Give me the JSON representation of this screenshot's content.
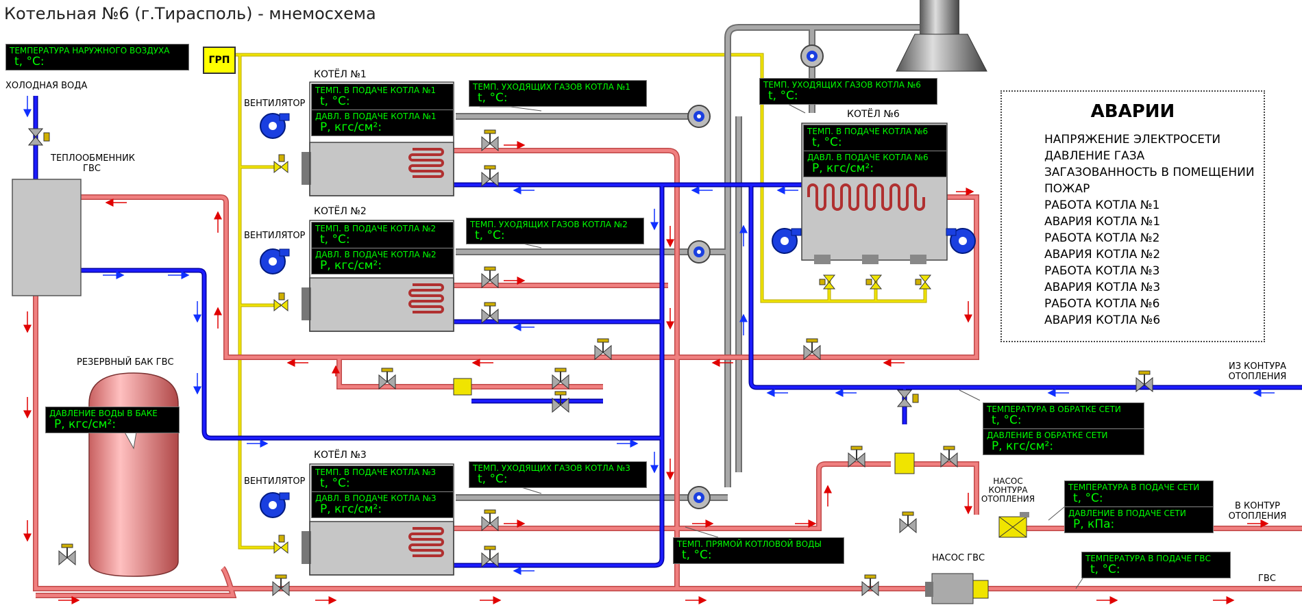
{
  "title": "Котельная №6  (г.Тирасполь) - мнемосхема",
  "labels": {
    "cold_water": "ХОЛОДНАЯ ВОДА",
    "hx": "ТЕПЛООБМЕННИК\nГВС",
    "tank": "РЕЗЕРВНЫЙ БАК ГВС",
    "grp": "ГРП",
    "boiler1": "КОТЁЛ №1",
    "boiler2": "КОТЁЛ №2",
    "boiler3": "КОТЁЛ №3",
    "boiler6": "КОТЁЛ №6",
    "fan": "ВЕНТИЛЯТОР",
    "from_heating": "ИЗ КОНТУРА\nОТОПЛЕНИЯ",
    "to_heating": "В КОНТУР\nОТОПЛЕНИЯ",
    "pump_heating": "НАСОС\nКОНТУРА\nОТОПЛЕНИЯ",
    "pump_hw": "НАСОС ГВС",
    "gvs": "ГВС"
  },
  "sensors": {
    "outdoor": {
      "caption": "ТЕМПЕРАТУРА НАРУЖНОГО ВОЗДУХА",
      "value": "t, °C:"
    },
    "b1_temp": {
      "caption": "ТЕМП. В ПОДАЧЕ КОТЛА №1",
      "value": "t, °C:"
    },
    "b1_press": {
      "caption": "ДАВЛ. В ПОДАЧЕ КОТЛА №1",
      "value": "P, кгс/см²:"
    },
    "b1_flue": {
      "caption": "ТЕМП. УХОДЯЩИХ ГАЗОВ КОТЛА №1",
      "value": "t, °C:"
    },
    "b2_temp": {
      "caption": "ТЕМП. В ПОДАЧЕ КОТЛА №2",
      "value": "t, °C:"
    },
    "b2_press": {
      "caption": "ДАВЛ. В ПОДАЧЕ КОТЛА №2",
      "value": "P, кгс/см²:"
    },
    "b2_flue": {
      "caption": "ТЕМП. УХОДЯЩИХ ГАЗОВ КОТЛА №2",
      "value": "t, °C:"
    },
    "b3_temp": {
      "caption": "ТЕМП. В ПОДАЧЕ КОТЛА №3",
      "value": "t, °C:"
    },
    "b3_press": {
      "caption": "ДАВЛ. В ПОДАЧЕ КОТЛА №3",
      "value": "P, кгс/см²:"
    },
    "b3_flue": {
      "caption": "ТЕМП. УХОДЯЩИХ ГАЗОВ КОТЛА №3",
      "value": "t, °C:"
    },
    "b6_temp": {
      "caption": "ТЕМП. В ПОДАЧЕ КОТЛА №6",
      "value": "t, °C:"
    },
    "b6_press": {
      "caption": "ДАВЛ. В ПОДАЧЕ КОТЛА №6",
      "value": "P, кгс/см²:"
    },
    "b6_flue": {
      "caption": "ТЕМП. УХОДЯЩИХ ГАЗОВ КОТЛА №6",
      "value": "t, °C:"
    },
    "tank_press": {
      "caption": "ДАВЛЕНИЕ ВОДЫ В БАКЕ",
      "value": "P, кгс/см²:"
    },
    "ret_temp": {
      "caption": "ТЕМПЕРАТУРА В ОБРАТКЕ СЕТИ",
      "value": "t, °C:"
    },
    "ret_press": {
      "caption": "ДАВЛЕНИЕ В ОБРАТКЕ СЕТИ",
      "value": "P, кгс/см²:"
    },
    "sup_temp": {
      "caption": "ТЕМПЕРАТУРА В ПОДАЧЕ СЕТИ",
      "value": "t, °C:"
    },
    "sup_press": {
      "caption": "ДАВЛЕНИЕ В ПОДАЧЕ СЕТИ",
      "value": "P, кПа:"
    },
    "direct_temp": {
      "caption": "ТЕМП. ПРЯМОЙ КОТЛОВОЙ ВОДЫ",
      "value": "t, °C:"
    },
    "gvs_temp": {
      "caption": "ТЕМПЕРАТУРА В ПОДАЧЕ ГВС",
      "value": "t, °C:"
    }
  },
  "alarms": {
    "heading": "АВАРИИ",
    "items": [
      "НАПРЯЖЕНИЕ ЭЛЕКТРОСЕТИ",
      "ДАВЛЕНИЕ ГАЗА",
      "ЗАГАЗОВАННОСТЬ В ПОМЕЩЕНИИ",
      "ПОЖАР",
      "РАБОТА КОТЛА №1",
      "АВАРИЯ КОТЛА №1",
      "РАБОТА КОТЛА №2",
      "АВАРИЯ КОТЛА №2",
      "РАБОТА КОТЛА №3",
      "АВАРИЯ КОТЛА №3",
      "РАБОТА КОТЛА №6",
      "АВАРИЯ КОТЛА №6"
    ]
  },
  "colors": {
    "hot_pipe": "#e8787a",
    "cold_pipe": "#1212c8",
    "gas_pipe": "#f0e400",
    "flue_pipe": "#8a8a8a",
    "boiler_body": "#c8c8c8",
    "sensor_bg": "#000000",
    "sensor_text": "#00ff00"
  }
}
